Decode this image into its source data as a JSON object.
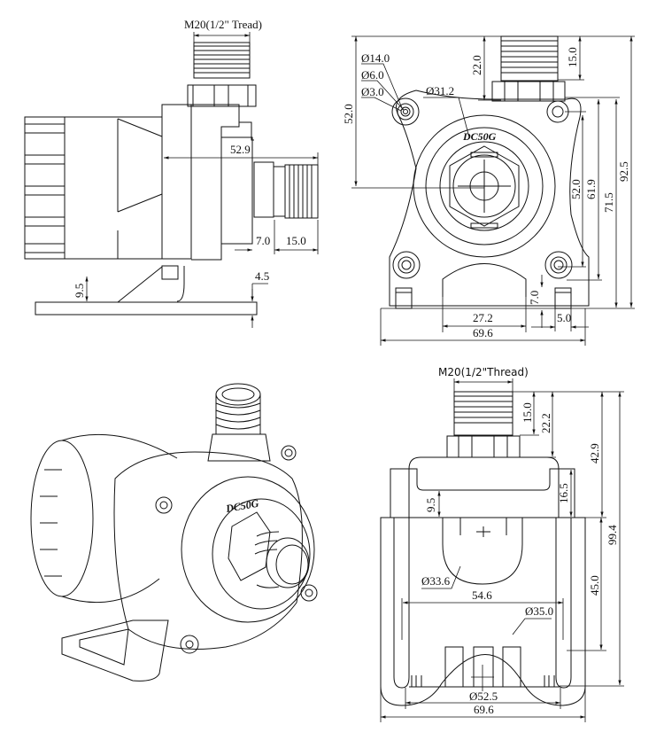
{
  "model": "DC50G",
  "side_view": {
    "thread_label": "M20(1/2\" Tread)",
    "dims": {
      "outlet_length": "52.9",
      "nut_width": "7.0",
      "thread_length": "15.0",
      "foot_offset": "9.5",
      "base_thickness": "4.5"
    }
  },
  "front_view": {
    "labels": {
      "d14": "Ø14.0",
      "d6": "Ø6.0",
      "d3": "Ø3.0",
      "d31": "Ø31.2"
    },
    "dims": {
      "left_height": "52.0",
      "thread_22": "22.0",
      "thread_15": "15.0",
      "h52": "52.0",
      "h61": "61.9",
      "h71": "71.5",
      "h92": "92.5",
      "foot_7": "7.0",
      "w27": "27.2",
      "w69": "69.6",
      "w5": "5.0"
    }
  },
  "bottom_view": {
    "thread_label": "M20(1/2\"Thread)",
    "dims": {
      "t15": "15.0",
      "t22": "22.2",
      "h42": "42.9",
      "h99": "99.4",
      "h16": "16.5",
      "h9": "9.5",
      "h45": "45.0",
      "d33": "Ø33.6",
      "w54": "54.6",
      "d35": "Ø35.0",
      "d52": "Ø52.5",
      "w69": "69.6"
    }
  }
}
